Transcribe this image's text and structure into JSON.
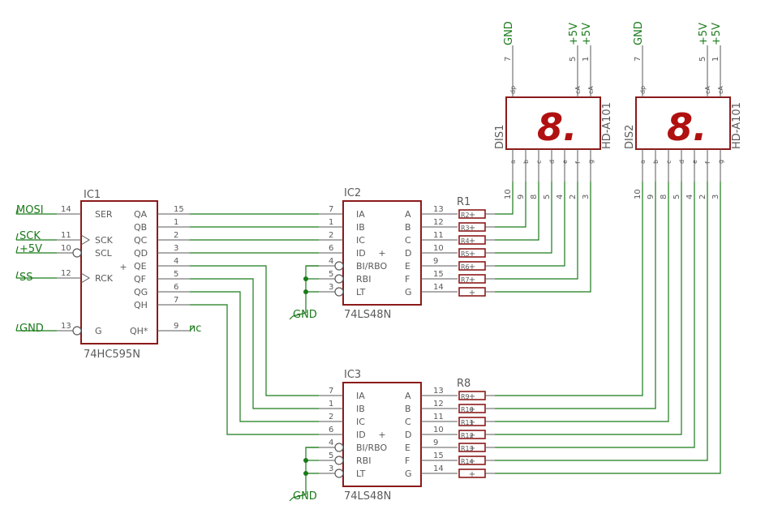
{
  "colors": {
    "symbol": "#8b1a1a",
    "wire": "#1a7a1a",
    "pin": "#5a5a5a",
    "segment": "#b01010"
  },
  "ic1": {
    "name": "IC1",
    "value": "74HC595N",
    "left_pins": [
      {
        "name": "SER",
        "num": "14"
      },
      {
        "name": "SCK",
        "num": "11"
      },
      {
        "name": "SCL",
        "num": "10"
      },
      {
        "name": "RCK",
        "num": "12"
      },
      {
        "name": "G",
        "num": "13"
      }
    ],
    "right_pins": [
      {
        "name": "QA",
        "num": "15"
      },
      {
        "name": "QB",
        "num": "1"
      },
      {
        "name": "QC",
        "num": "2"
      },
      {
        "name": "QD",
        "num": "3"
      },
      {
        "name": "QE",
        "num": "4"
      },
      {
        "name": "QF",
        "num": "5"
      },
      {
        "name": "QG",
        "num": "6"
      },
      {
        "name": "QH",
        "num": "7"
      },
      {
        "name": "QH*",
        "num": "9"
      }
    ]
  },
  "decoders": [
    {
      "name": "IC2",
      "value": "74LS48N",
      "left_pins": [
        {
          "name": "IA",
          "num": "7"
        },
        {
          "name": "IB",
          "num": "1"
        },
        {
          "name": "IC",
          "num": "2"
        },
        {
          "name": "ID",
          "num": "6"
        },
        {
          "name": "BI/RBO",
          "num": "4"
        },
        {
          "name": "RBI",
          "num": "5"
        },
        {
          "name": "LT",
          "num": "3"
        }
      ],
      "right_pins": [
        {
          "name": "A",
          "num": "13"
        },
        {
          "name": "B",
          "num": "12"
        },
        {
          "name": "C",
          "num": "11"
        },
        {
          "name": "D",
          "num": "10"
        },
        {
          "name": "E",
          "num": "9"
        },
        {
          "name": "F",
          "num": "15"
        },
        {
          "name": "G",
          "num": "14"
        }
      ],
      "resistor": "R1",
      "resistor_labels": [
        "R2",
        "R3",
        "R4",
        "R5",
        "R6",
        "R7"
      ]
    },
    {
      "name": "IC3",
      "value": "74LS48N",
      "left_pins": [
        {
          "name": "IA",
          "num": "7"
        },
        {
          "name": "IB",
          "num": "1"
        },
        {
          "name": "IC",
          "num": "2"
        },
        {
          "name": "ID",
          "num": "6"
        },
        {
          "name": "BI/RBO",
          "num": "4"
        },
        {
          "name": "RBI",
          "num": "5"
        },
        {
          "name": "LT",
          "num": "3"
        }
      ],
      "right_pins": [
        {
          "name": "A",
          "num": "13"
        },
        {
          "name": "B",
          "num": "12"
        },
        {
          "name": "C",
          "num": "11"
        },
        {
          "name": "D",
          "num": "10"
        },
        {
          "name": "E",
          "num": "9"
        },
        {
          "name": "F",
          "num": "15"
        },
        {
          "name": "G",
          "num": "14"
        }
      ],
      "resistor": "R8",
      "resistor_labels": [
        "R9",
        "R10",
        "R11",
        "R12",
        "R13",
        "R14"
      ]
    }
  ],
  "displays": [
    {
      "name": "DIS1",
      "value": "HD-A101",
      "digit": "8.",
      "top_pins": [
        {
          "name": "dp",
          "num": "7"
        },
        {
          "name": "cA",
          "num": "5"
        },
        {
          "name": "cA",
          "num": "1"
        }
      ],
      "bottom_pins": [
        {
          "name": "a",
          "num": "10"
        },
        {
          "name": "b",
          "num": "9"
        },
        {
          "name": "c",
          "num": "8"
        },
        {
          "name": "d",
          "num": "5"
        },
        {
          "name": "e",
          "num": "4"
        },
        {
          "name": "f",
          "num": "2"
        },
        {
          "name": "g",
          "num": "3"
        }
      ]
    },
    {
      "name": "DIS2",
      "value": "HD-A101",
      "digit": "8.",
      "top_pins": [
        {
          "name": "dp",
          "num": "7"
        },
        {
          "name": "cA",
          "num": "5"
        },
        {
          "name": "cA",
          "num": "1"
        }
      ],
      "bottom_pins": [
        {
          "name": "a",
          "num": "10"
        },
        {
          "name": "b",
          "num": "9"
        },
        {
          "name": "c",
          "num": "8"
        },
        {
          "name": "d",
          "num": "5"
        },
        {
          "name": "e",
          "num": "4"
        },
        {
          "name": "f",
          "num": "2"
        },
        {
          "name": "g",
          "num": "3"
        }
      ]
    }
  ],
  "nets": {
    "mosi": "MOSI",
    "sck": "SCK",
    "vcc": "+5V",
    "ss": "SS",
    "gnd": "GND",
    "nc": "nc"
  },
  "cross_mark": "+"
}
